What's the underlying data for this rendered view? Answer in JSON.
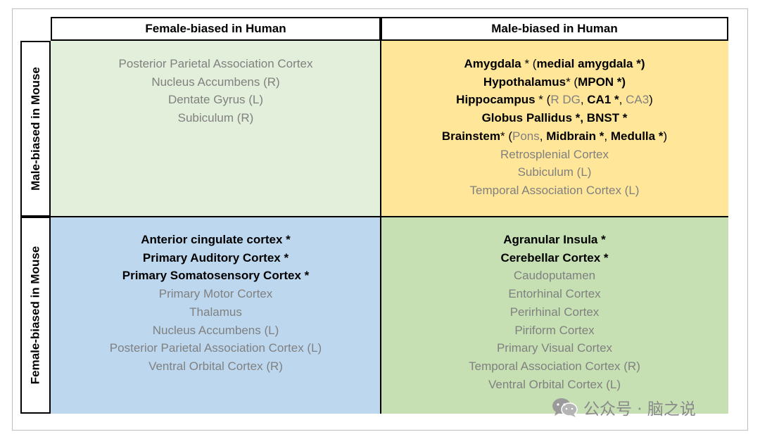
{
  "header": {
    "col_female_human": "Female-biased in Human",
    "col_male_human": "Male-biased in Human",
    "row_male_mouse": "Male-biased in Mouse",
    "row_female_mouse": "Female-biased in Mouse"
  },
  "quadrants": {
    "male_mouse_female_human": [
      [
        {
          "t": "Posterior Parietal Association Cortex",
          "s": "g"
        }
      ],
      [
        {
          "t": "Nucleus Accumbens (R)",
          "s": "g"
        }
      ],
      [
        {
          "t": "Dentate Gyrus (L)",
          "s": "g"
        }
      ],
      [
        {
          "t": "Subiculum (R)",
          "s": "g"
        }
      ]
    ],
    "male_mouse_male_human": [
      [
        {
          "t": "Amygdala",
          "s": "b"
        },
        {
          "t": " * (",
          "s": "k"
        },
        {
          "t": "medial amygdala *)",
          "s": "b"
        }
      ],
      [
        {
          "t": "Hypothalamus",
          "s": "b"
        },
        {
          "t": "* (",
          "s": "k"
        },
        {
          "t": "MPON *)",
          "s": "b"
        }
      ],
      [
        {
          "t": "Hippocampus",
          "s": "b"
        },
        {
          "t": " * (",
          "s": "k"
        },
        {
          "t": "R DG",
          "s": "g"
        },
        {
          "t": ", ",
          "s": "k"
        },
        {
          "t": "CA1 *",
          "s": "b"
        },
        {
          "t": ", ",
          "s": "k"
        },
        {
          "t": "CA3",
          "s": "g"
        },
        {
          "t": ")",
          "s": "k"
        }
      ],
      [
        {
          "t": "Globus Pallidus *, BNST *",
          "s": "b"
        }
      ],
      [
        {
          "t": "Brainstem",
          "s": "b"
        },
        {
          "t": "* (",
          "s": "k"
        },
        {
          "t": "Pons",
          "s": "g"
        },
        {
          "t": ", ",
          "s": "k"
        },
        {
          "t": "Midbrain *",
          "s": "b"
        },
        {
          "t": ", ",
          "s": "k"
        },
        {
          "t": "Medulla *",
          "s": "b"
        },
        {
          "t": ")",
          "s": "k"
        }
      ],
      [
        {
          "t": "Retrosplenial Cortex",
          "s": "g"
        }
      ],
      [
        {
          "t": "Subiculum (L)",
          "s": "g"
        }
      ],
      [
        {
          "t": "Temporal Association Cortex (L)",
          "s": "g"
        }
      ]
    ],
    "female_mouse_female_human": [
      [
        {
          "t": "Anterior cingulate cortex *",
          "s": "b"
        }
      ],
      [
        {
          "t": "Primary Auditory Cortex *",
          "s": "b"
        }
      ],
      [
        {
          "t": "Primary Somatosensory Cortex *",
          "s": "b"
        }
      ],
      [
        {
          "t": "Primary Motor Cortex",
          "s": "g"
        }
      ],
      [
        {
          "t": "Thalamus",
          "s": "g"
        }
      ],
      [
        {
          "t": "Nucleus Accumbens (L)",
          "s": "g"
        }
      ],
      [
        {
          "t": "Posterior Parietal Association Cortex (L)",
          "s": "g"
        }
      ],
      [
        {
          "t": "Ventral Orbital Cortex (R)",
          "s": "g"
        }
      ]
    ],
    "female_mouse_male_human": [
      [
        {
          "t": "Agranular Insula *",
          "s": "b"
        }
      ],
      [
        {
          "t": "Cerebellar Cortex *",
          "s": "b"
        }
      ],
      [
        {
          "t": "Caudoputamen",
          "s": "g"
        }
      ],
      [
        {
          "t": "Entorhinal Cortex",
          "s": "g"
        }
      ],
      [
        {
          "t": "Perirhinal Cortex",
          "s": "g"
        }
      ],
      [
        {
          "t": "Piriform Cortex",
          "s": "g"
        }
      ],
      [
        {
          "t": "Primary Visual Cortex",
          "s": "g"
        }
      ],
      [
        {
          "t": "Temporal Association Cortex (R)",
          "s": "g"
        }
      ],
      [
        {
          "t": "Ventral Orbital Cortex (L)",
          "s": "g"
        }
      ]
    ]
  },
  "colors": {
    "male_mouse_female_human": "#e2efda",
    "male_mouse_male_human": "#ffe699",
    "female_mouse_female_human": "#bdd7ee",
    "female_mouse_male_human": "#c6e0b4",
    "grey_text": "#808080"
  },
  "watermark": {
    "text": "公众号 · 脑之说",
    "icon": "wechat-icon"
  }
}
